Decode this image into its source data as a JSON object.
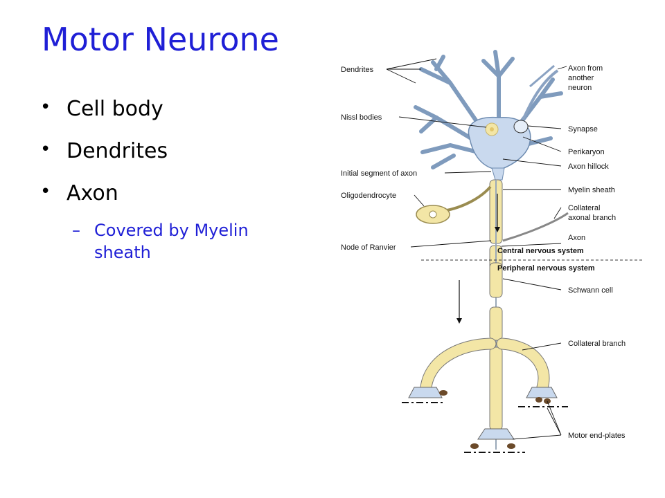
{
  "slide": {
    "title": "Motor Neurone",
    "bullets": [
      "Cell body",
      "Dendrites",
      "Axon"
    ],
    "sub_bullet": "Covered by Myelin sheath"
  },
  "diagram": {
    "labels_left": [
      "Dendrites",
      "Nissl bodies",
      "Initial segment of axon",
      "Oligodendrocyte",
      "Node of Ranvier"
    ],
    "labels_right": {
      "axon_from": [
        "Axon from",
        "another",
        "neuron"
      ],
      "synapse": "Synapse",
      "perikaryon": "Perikaryon",
      "axon_hillock": "Axon hillock",
      "myelin_sheath": "Myelin sheath",
      "collateral_axonal": [
        "Collateral",
        "axonal branch"
      ],
      "axon": "Axon",
      "cns": "Central nervous system",
      "pns": "Peripheral nervous system",
      "schwann": "Schwann cell",
      "collateral_branch": "Collateral branch",
      "end_plates": "Motor end-plates"
    },
    "colors": {
      "cell_fill": "#c9d9ee",
      "myelin_fill": "#f3e6a6",
      "title": "#1f1fd6",
      "sub": "#1f1fd6"
    }
  }
}
